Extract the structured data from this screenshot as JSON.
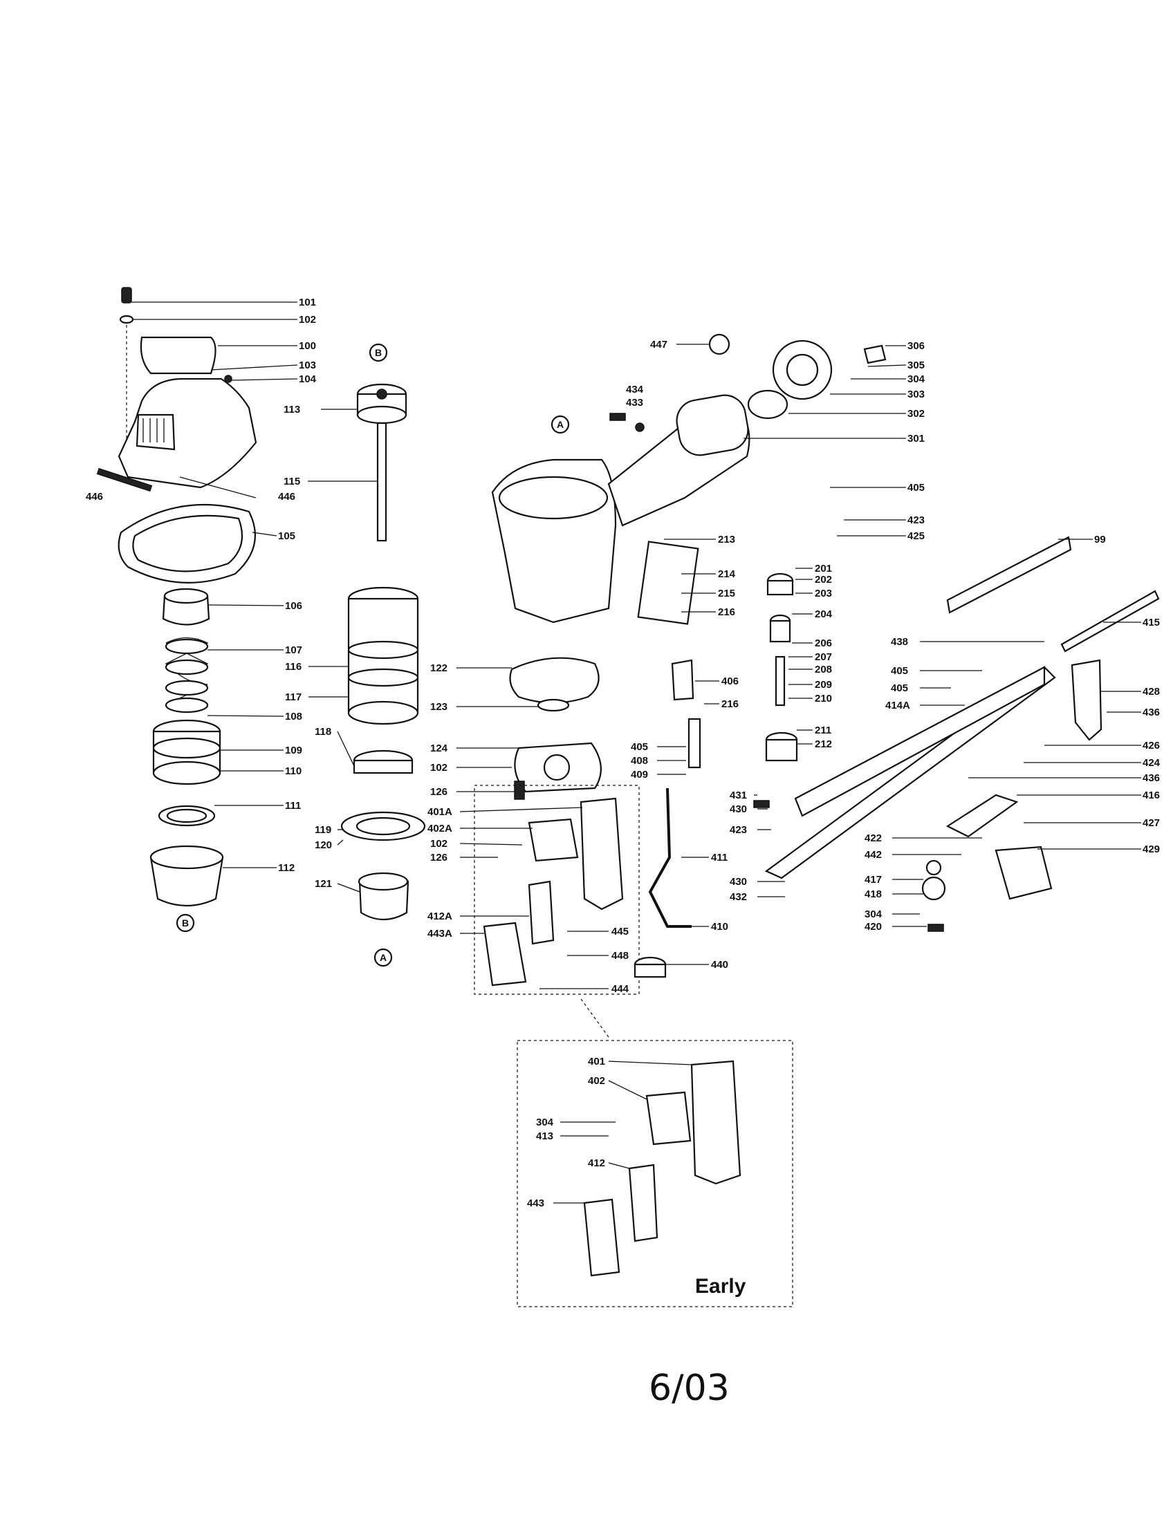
{
  "diagram": {
    "labels": {
      "l101": "101",
      "l102a": "102",
      "l100": "100",
      "l103": "103",
      "l104": "104",
      "l446a": "446",
      "l446b": "446",
      "l105": "105",
      "l106": "106",
      "l107": "107",
      "l108": "108",
      "l109": "109",
      "l110": "110",
      "l111": "111",
      "l112": "112",
      "l113": "113",
      "l115": "115",
      "l116": "116",
      "l117": "117",
      "l118": "118",
      "l119": "119",
      "l120": "120",
      "l121": "121",
      "l447": "447",
      "l434": "434",
      "l433": "433",
      "l306": "306",
      "l305": "305",
      "l304a": "304",
      "l303": "303",
      "l302": "302",
      "l301": "301",
      "l405a": "405",
      "l423a": "423",
      "l425": "425",
      "l99": "99",
      "l213": "213",
      "l214": "214",
      "l215": "215",
      "l216a": "216",
      "l201": "201",
      "l202": "202",
      "l203": "203",
      "l204": "204",
      "l206": "206",
      "l207": "207",
      "l208": "208",
      "l209": "209",
      "l210": "210",
      "l211": "211",
      "l212": "212",
      "l122": "122",
      "l123": "123",
      "l124": "124",
      "l102b": "102",
      "l126a": "126",
      "l401A": "401A",
      "l402A": "402A",
      "l102c": "102",
      "l126b": "126",
      "l412A": "412A",
      "l443A": "443A",
      "l445": "445",
      "l448": "448",
      "l444": "444",
      "l406": "406",
      "l216b": "216",
      "l405b": "405",
      "l408": "408",
      "l409": "409",
      "l411": "411",
      "l410": "410",
      "l440": "440",
      "l438": "438",
      "l405c": "405",
      "l405d": "405",
      "l414A": "414A",
      "l415": "415",
      "l428": "428",
      "l436a": "436",
      "l426": "426",
      "l424": "424",
      "l436b": "436",
      "l416": "416",
      "l427": "427",
      "l429": "429",
      "l431": "431",
      "l430a": "430",
      "l423b": "423",
      "l430b": "430",
      "l432": "432",
      "l422": "422",
      "l442": "442",
      "l417": "417",
      "l418": "418",
      "l304b": "304",
      "l420": "420",
      "l401": "401",
      "l402": "402",
      "l304c": "304",
      "l413": "413",
      "l412": "412",
      "l443": "443"
    },
    "markers": {
      "a": "A",
      "b": "B"
    },
    "inset_title": "Early",
    "date": "6/03"
  }
}
